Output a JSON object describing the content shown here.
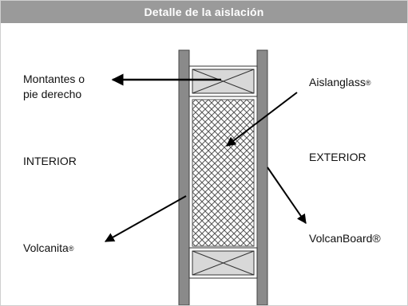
{
  "title": "Detalle de la aislación",
  "labels": {
    "montantes_line1": "Montantes o",
    "montantes_line2": "pie derecho",
    "interior": "INTERIOR",
    "exterior": "EXTERIOR",
    "aislanglass": "Aislanglass",
    "aislanglass_mark": "®",
    "volcanita": "Volcanita",
    "volcanita_mark": "®",
    "volcanboard": "VolcanBoard®"
  },
  "colors": {
    "title_bar": "#9a9a9a",
    "board": "#8a8a8a",
    "hatch": "#555555",
    "arrow": "#000000"
  }
}
